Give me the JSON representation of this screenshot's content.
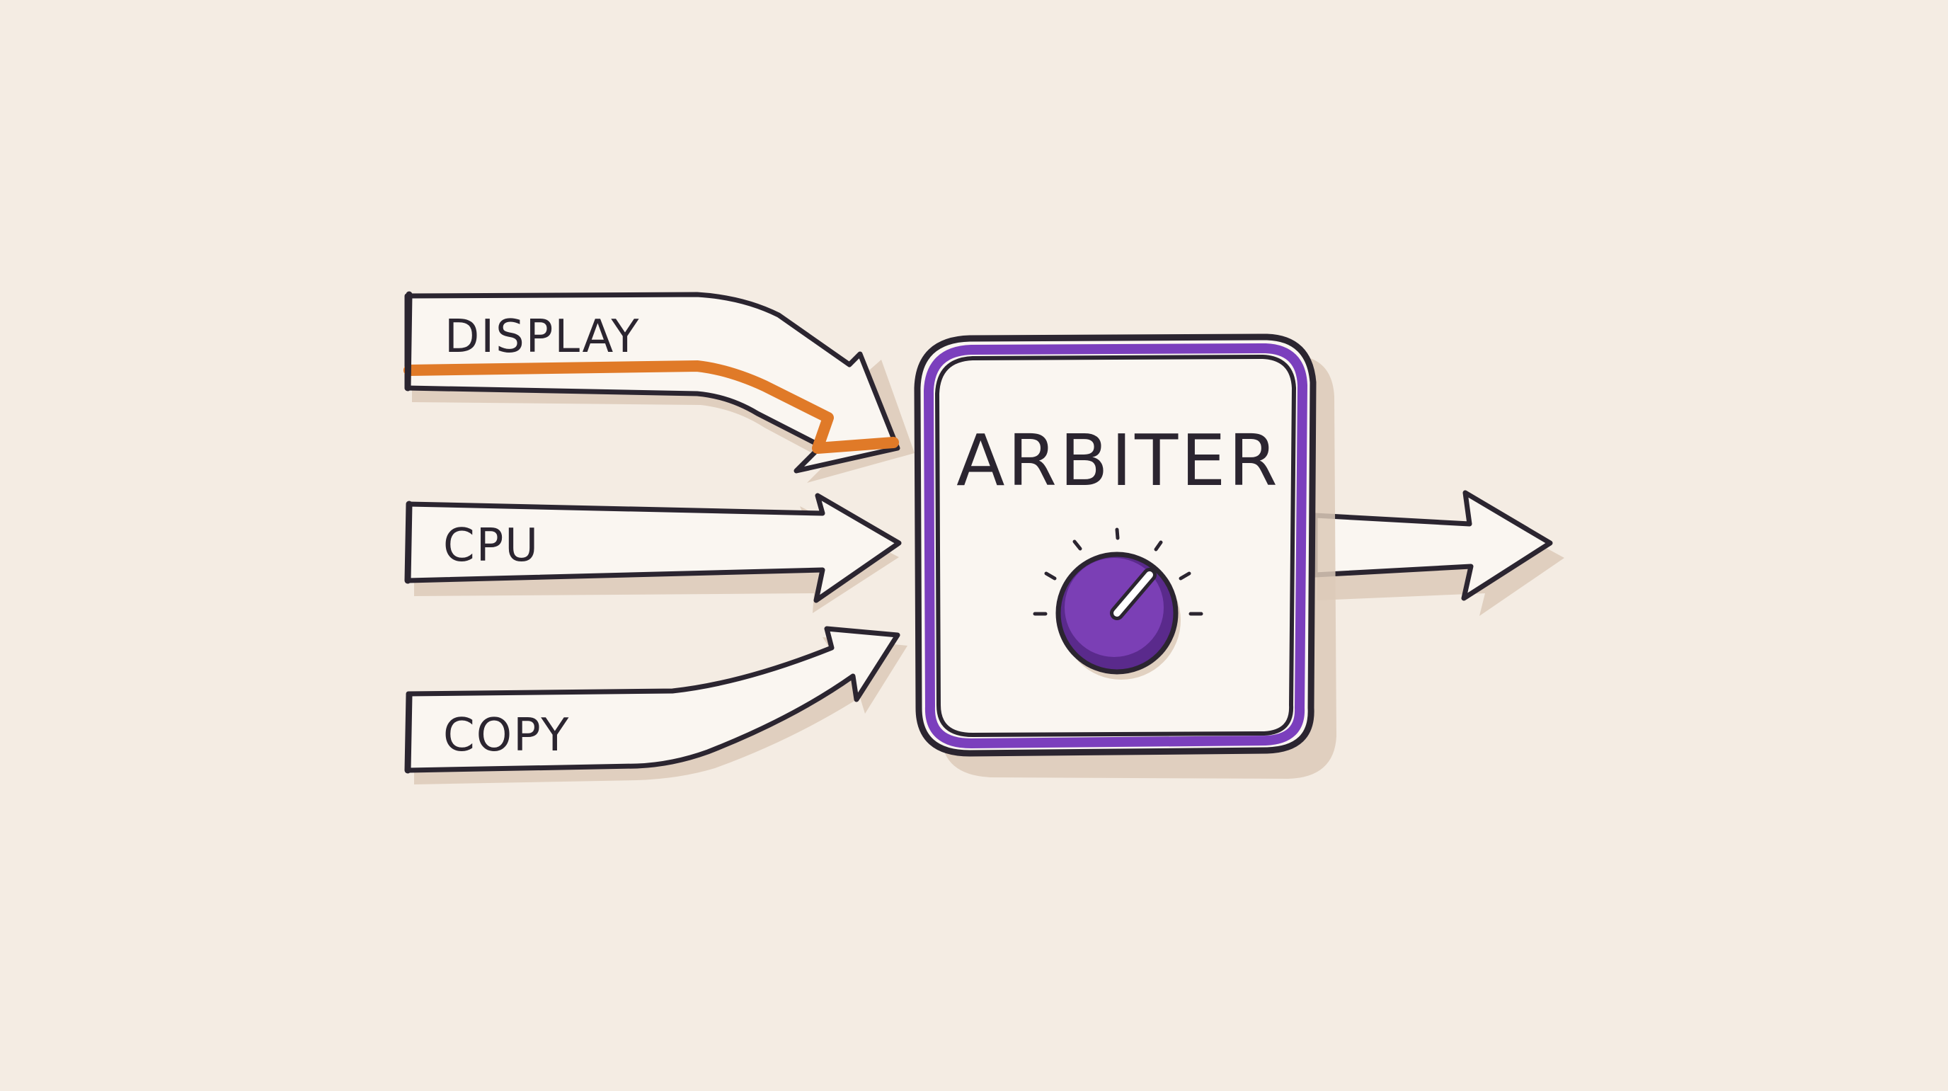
{
  "diagram": {
    "inputs": [
      {
        "label": "DISPLAY",
        "highlighted": true
      },
      {
        "label": "CPU",
        "highlighted": false
      },
      {
        "label": "COPY",
        "highlighted": false
      }
    ],
    "arbiter": {
      "label": "ARBITER",
      "control": "knob-icon"
    },
    "output": {
      "label": ""
    }
  },
  "colors": {
    "background": "#f4ece3",
    "ink": "#2b2530",
    "shadow": "#dccab9",
    "highlight": "#e07a28",
    "arbiter_border": "#7b3fbd",
    "knob": "#7b3fb5",
    "knob_dark": "#5a2a8c",
    "arrow_fill": "#faf6f1"
  }
}
